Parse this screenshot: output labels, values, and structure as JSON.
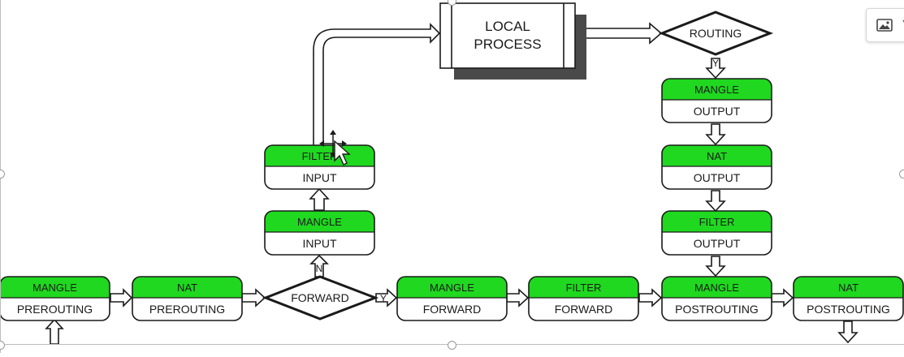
{
  "colors": {
    "table_fill": "#1fd81f",
    "chain_fill": "#ffffff",
    "outline": "#1a1a1a",
    "arrow_fill": "#ffffff",
    "shadow": "#4a4a4a"
  },
  "boxes": {
    "mangle_prerouting": {
      "table": "MANGLE",
      "chain": "PREROUTING"
    },
    "nat_prerouting": {
      "table": "NAT",
      "chain": "PREROUTING"
    },
    "mangle_forward": {
      "table": "MANGLE",
      "chain": "FORWARD"
    },
    "filter_forward": {
      "table": "FILTER",
      "chain": "FORWARD"
    },
    "mangle_postrouting": {
      "table": "MANGLE",
      "chain": "POSTROUTING"
    },
    "nat_postrouting": {
      "table": "NAT",
      "chain": "POSTROUTING"
    },
    "mangle_input": {
      "table": "MANGLE",
      "chain": "INPUT"
    },
    "filter_input": {
      "table": "FILTER",
      "chain": "INPUT"
    },
    "mangle_output": {
      "table": "MANGLE",
      "chain": "OUTPUT"
    },
    "nat_output": {
      "table": "NAT",
      "chain": "OUTPUT"
    },
    "filter_output": {
      "table": "FILTER",
      "chain": "OUTPUT"
    }
  },
  "decisions": {
    "forward": "FORWARD",
    "routing": "ROUTING"
  },
  "process": {
    "line1": "LOCAL",
    "line2": "PROCESS"
  },
  "branch_labels": {
    "forward_no": "N",
    "forward_yes": "Y",
    "routing_yes": "Y"
  },
  "toolbar": {
    "image_icon": "image-icon",
    "dropdown_icon": "chevron-down-icon"
  }
}
